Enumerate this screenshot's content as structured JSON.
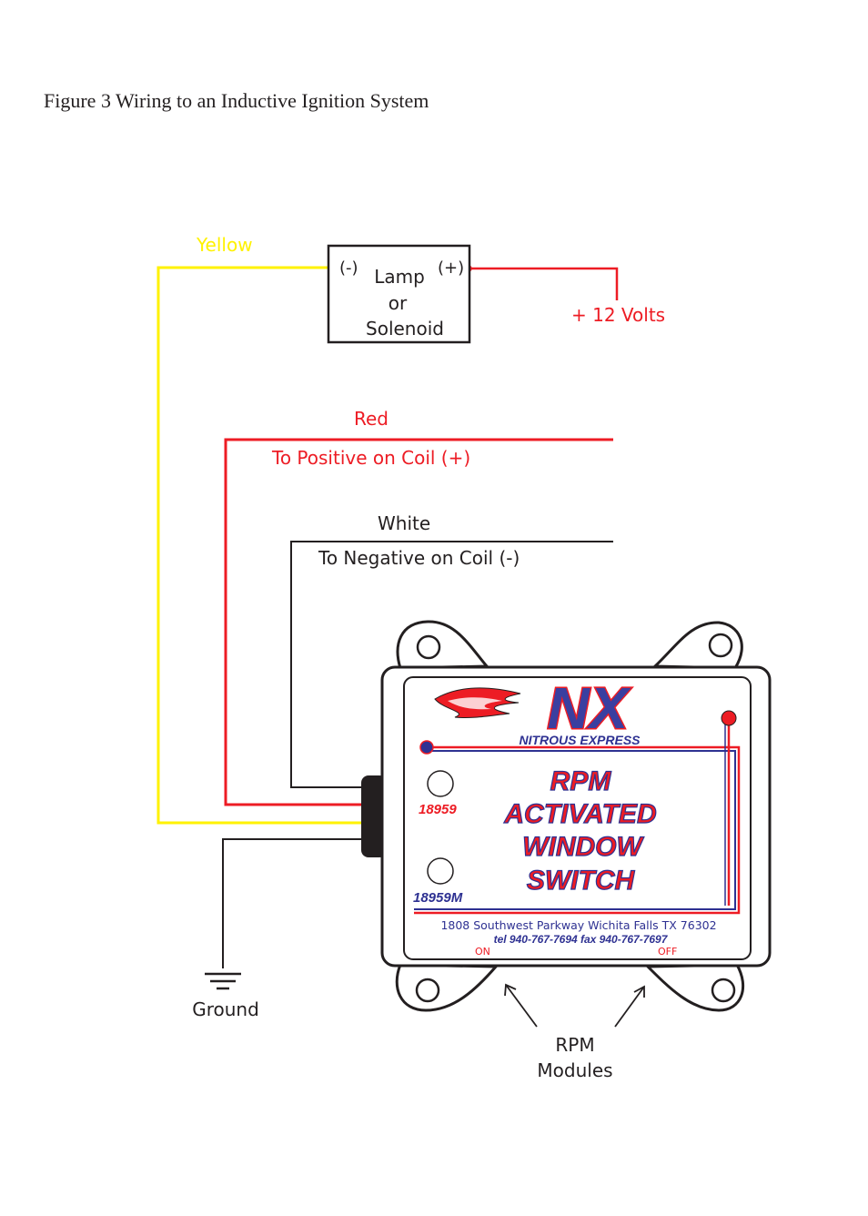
{
  "figure": {
    "title": "Figure 3 Wiring to an Inductive Ignition System"
  },
  "lamp": {
    "neg_terminal": "(-)",
    "pos_terminal": "(+)",
    "line1": "Lamp",
    "line2": "or",
    "line3": "Solenoid"
  },
  "supply": {
    "label": "+ 12 Volts"
  },
  "wires": {
    "yellow": {
      "label": "Yellow"
    },
    "red": {
      "label": "Red",
      "dest": "To Positive on Coil (+)"
    },
    "white": {
      "label": "White",
      "dest": "To Negative on Coil (-)"
    }
  },
  "ground": {
    "label": "Ground"
  },
  "module": {
    "brand": "NX",
    "brand_sub": "NITROUS EXPRESS",
    "title_line1": "RPM",
    "title_line2": "ACTIVATED",
    "title_line3": "WINDOW",
    "title_line4": "SWITCH",
    "part_a": "18959",
    "part_b": "18959M",
    "address": "1808 Southwest Parkway Wichita Falls TX 76302",
    "phone": "tel 940-767-7694 fax 940-767-7697",
    "on_label": "ON",
    "off_label": "OFF"
  },
  "rpm_modules": {
    "line1": "RPM",
    "line2": "Modules"
  },
  "colors": {
    "yellow": "#fff200",
    "red": "#ed1c24",
    "black": "#231f20",
    "navy": "#2e3192",
    "blue_letters": "#3a3fa0"
  }
}
